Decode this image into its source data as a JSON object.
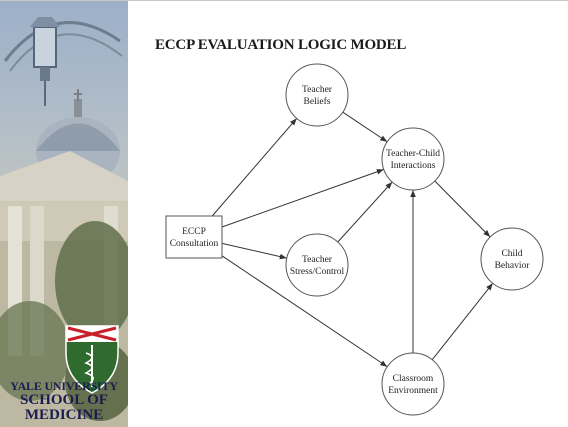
{
  "slide": {
    "title": "ECCP EVALUATION LOGIC MODEL",
    "logo": {
      "line1": "YALE UNIVERSITY",
      "line2": "SCHOOL OF",
      "line3": "MEDICINE"
    }
  },
  "diagram": {
    "nodes": [
      {
        "id": "eccp",
        "shape": "rect",
        "lines": [
          "ECCP",
          "Consultation"
        ]
      },
      {
        "id": "beliefs",
        "shape": "circle",
        "lines": [
          "Teacher",
          "Beliefs"
        ]
      },
      {
        "id": "interactions",
        "shape": "circle",
        "lines": [
          "Teacher-Child",
          "Interactions"
        ]
      },
      {
        "id": "stress",
        "shape": "circle",
        "lines": [
          "Teacher",
          "Stress/Control"
        ]
      },
      {
        "id": "classroom",
        "shape": "circle",
        "lines": [
          "Classroom",
          "Environment"
        ]
      },
      {
        "id": "child",
        "shape": "circle",
        "lines": [
          "Child",
          "Behavior"
        ]
      }
    ],
    "edges": [
      {
        "from": "eccp",
        "to": "beliefs"
      },
      {
        "from": "eccp",
        "to": "interactions"
      },
      {
        "from": "eccp",
        "to": "stress"
      },
      {
        "from": "eccp",
        "to": "classroom"
      },
      {
        "from": "beliefs",
        "to": "interactions"
      },
      {
        "from": "stress",
        "to": "interactions"
      },
      {
        "from": "classroom",
        "to": "interactions"
      },
      {
        "from": "interactions",
        "to": "child"
      },
      {
        "from": "classroom",
        "to": "child"
      }
    ]
  },
  "colors": {
    "line": "#333333",
    "node_border": "#555555",
    "text": "#222222",
    "logo_text": "#1a1c50",
    "shield_green": "#2f6b2e",
    "shield_red": "#c8202a"
  }
}
